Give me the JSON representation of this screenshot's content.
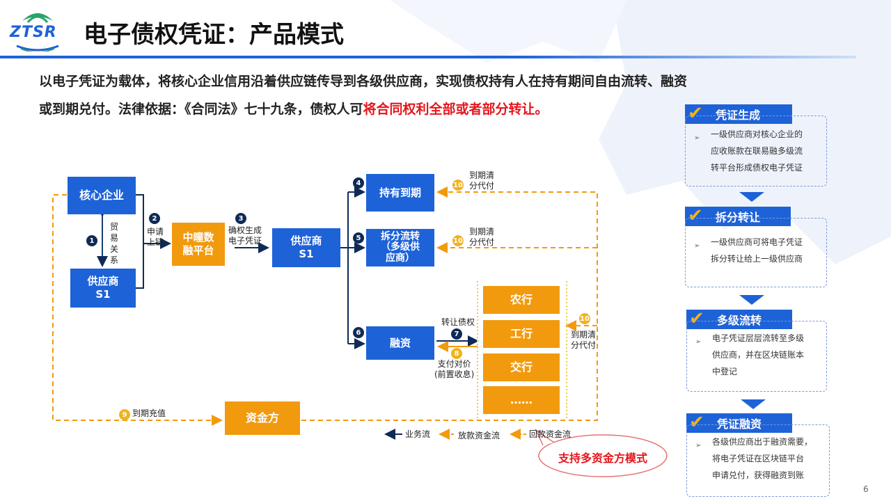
{
  "header": {
    "logo_text": "ZTSR",
    "title": "电子债权凭证：产品模式"
  },
  "intro": {
    "line1": "以电子凭证为载体，将核心企业信用沿着供应链传导到各级供应商，实现债权持有人在持有期间自由流转、融资",
    "line2_normal": "或到期兑付。法律依据：《合同法》七十九条，债权人可",
    "line2_highlight": "将合同权利全部或者部分转让。"
  },
  "diagram": {
    "core_enterprise": "核心企业",
    "supplier_s1_a": "供应商",
    "supplier_s1_b": "S1",
    "platform_a": "中瞳数",
    "platform_b": "融平台",
    "supplier_mid_a": "供应商",
    "supplier_mid_b": "S1",
    "hold_to_maturity": "持有到期",
    "split_a": "拆分流转",
    "split_b": "（多级供",
    "split_c": "应商）",
    "financing": "融资",
    "bank1": "农行",
    "bank2": "工行",
    "bank3": "交行",
    "bank4": "……",
    "funder": "资金方",
    "trade_rel": [
      "贸",
      "易",
      "关",
      "系"
    ],
    "apply_chain_a": "申请",
    "apply_chain_b": "上链",
    "confirm_a": "确权生成",
    "confirm_b": "电子凭证",
    "transfer_debt": "转让债权",
    "pay_price_a": "支付对价",
    "pay_price_b": "(前置收息)",
    "due_settle_a": "到期清",
    "due_settle_b": "分代付",
    "due_settle2_a": "到期清",
    "due_settle2_b": "分代付",
    "due_settle3_a": "到期清",
    "due_settle3_b": "分代付",
    "due_recharge": "到期充值",
    "badges": [
      "1",
      "2",
      "3",
      "4",
      "5",
      "6",
      "7",
      "8",
      "9",
      "10"
    ],
    "legend": {
      "business_flow": "业务流",
      "loan_flow": "放款资金流",
      "repay_flow": "回款资金流"
    },
    "callout": "支持多资金方模式"
  },
  "panels": [
    {
      "title": "凭证生成",
      "lines": [
        "一级供应商对核心企业的",
        "应收账款在联易融多级流",
        "转平台形成债权电子凭证"
      ]
    },
    {
      "title": "拆分转让",
      "lines": [
        "一级供应商可将电子凭证",
        "拆分转让给上一级供应商"
      ]
    },
    {
      "title": "多级流转",
      "lines": [
        "电子凭证层层流转至多级",
        "供应商，并在区块链账本",
        "中登记"
      ]
    },
    {
      "title": "凭证融资",
      "lines": [
        "各级供应商出于融资需要，",
        "将电子凭证在区块链平台",
        "申请兑付，获得融资到账"
      ]
    }
  ],
  "page_number": "6",
  "colors": {
    "accent_blue": "#1e62d8",
    "accent_orange": "#f29a0e",
    "highlight_red": "#e5161c",
    "navy": "#0f2a56"
  }
}
